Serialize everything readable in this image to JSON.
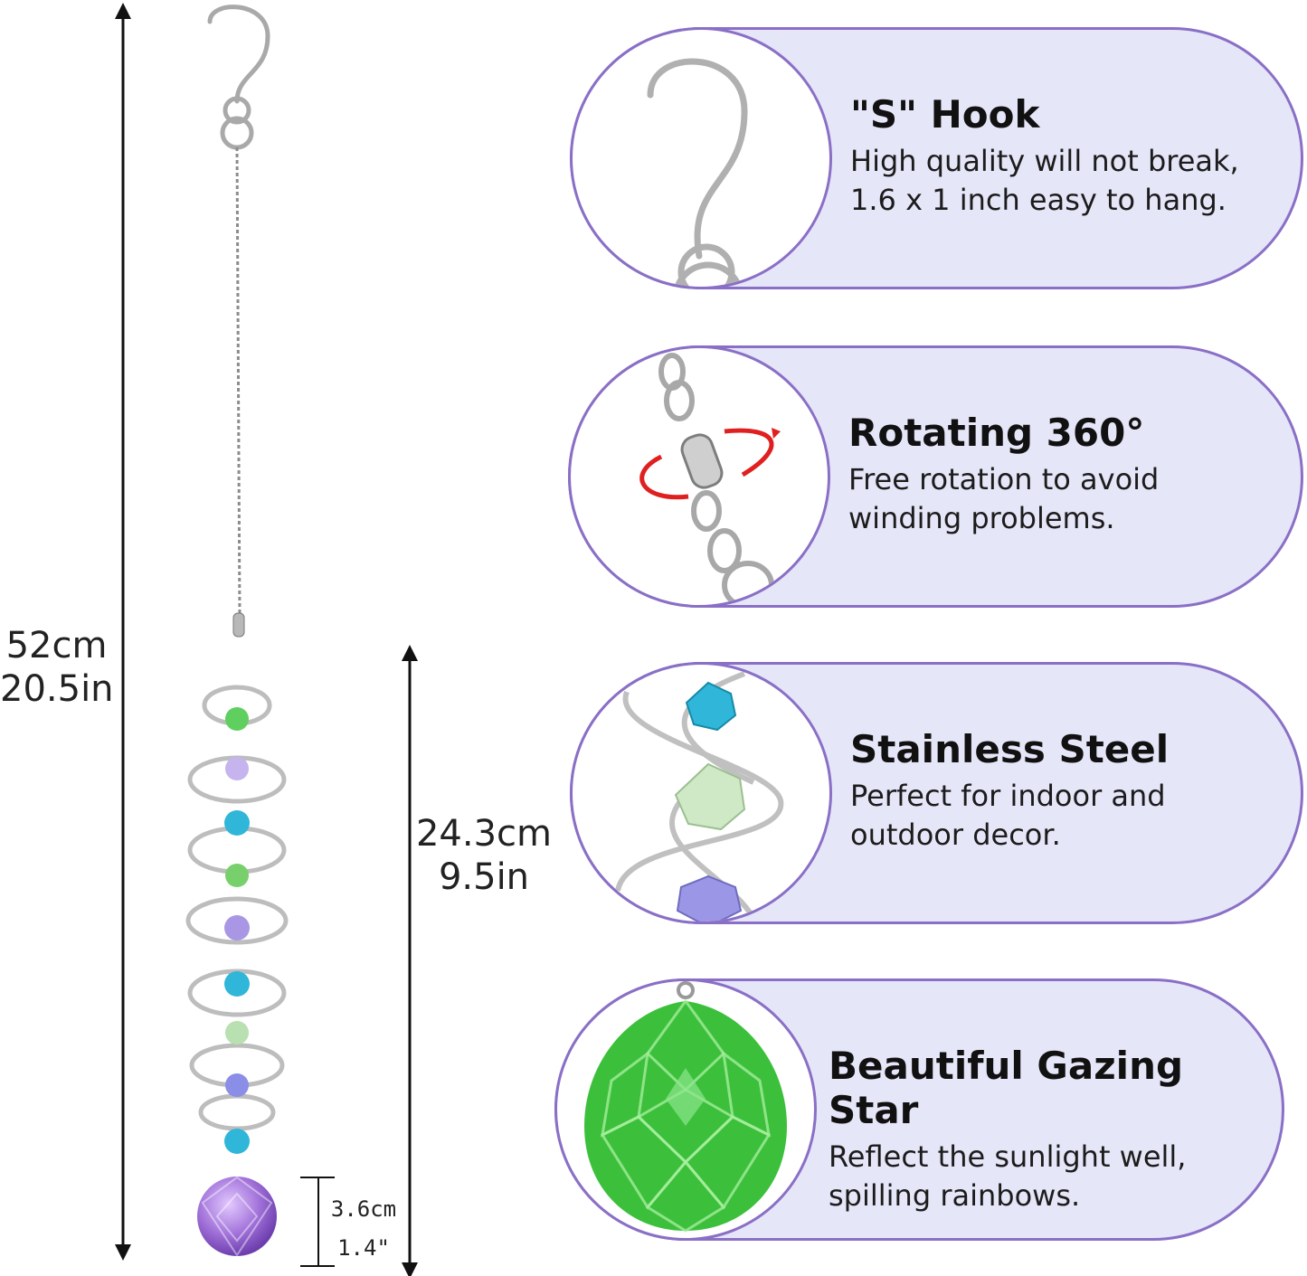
{
  "dimensions": {
    "total": {
      "cm": "52cm",
      "in": "20.5in"
    },
    "spiral": {
      "cm": "24.3cm",
      "in": "9.5in"
    },
    "ball": {
      "cm": "3.6cm",
      "in": "1.4\""
    }
  },
  "features": [
    {
      "title": "\"S\" Hook",
      "line1": "High quality will not break,",
      "line2": "1.6 x 1 inch easy to hang.",
      "icon": "s-hook-icon"
    },
    {
      "title": "Rotating 360°",
      "line1": "Free rotation to avoid",
      "line2": "winding problems.",
      "icon": "swivel-icon"
    },
    {
      "title": "Stainless Steel",
      "line1": "Perfect for indoor and",
      "line2": "outdoor decor.",
      "icon": "spiral-icon"
    },
    {
      "title": "Beautiful Gazing Star",
      "line1": "Reflect the sunlight well,",
      "line2": "spilling rainbows.",
      "icon": "crystal-ball-icon"
    }
  ],
  "colors": {
    "accent_border": "#8a6fc6",
    "pill_fill": "#e6e6f9",
    "crystal_green": "#3cc03c",
    "crystal_purple": "#a070d8",
    "crystal_blue": "#2fb6d8",
    "arrow_red": "#e02020"
  }
}
